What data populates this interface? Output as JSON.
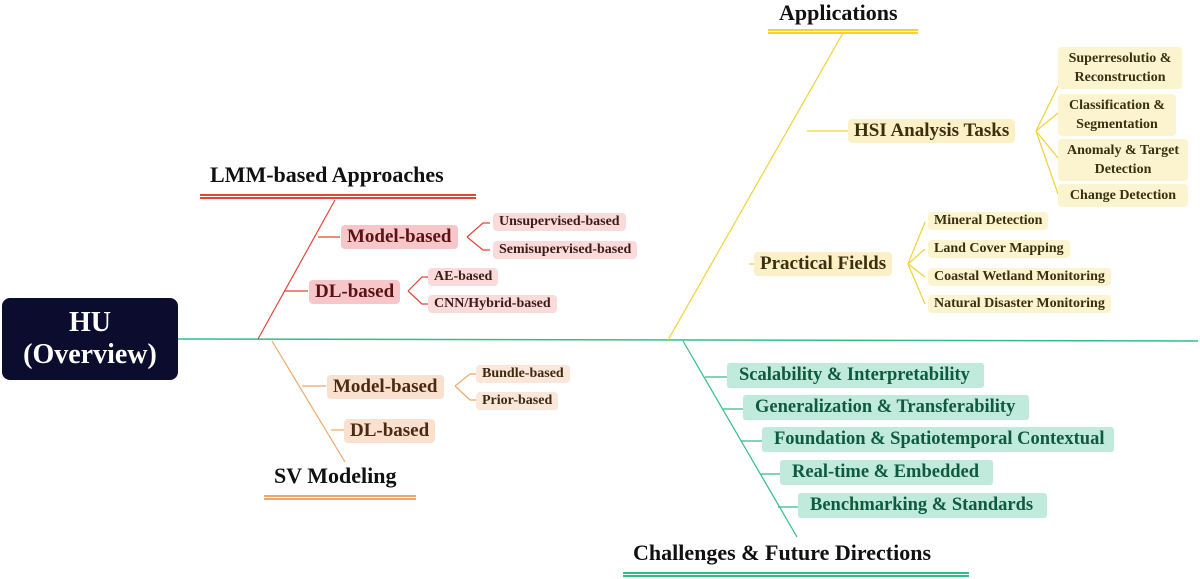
{
  "root": {
    "line1": "HU",
    "line2": "(Overview)"
  },
  "lmm": {
    "title": "LMM-based Approaches",
    "model_based": "Model-based",
    "unsupervised": "Unsupervised-based",
    "semisupervised": "Semisupervised-based",
    "dl_based": "DL-based",
    "ae": "AE-based",
    "cnn": "CNN/Hybrid-based"
  },
  "sv": {
    "title": "SV Modeling",
    "model_based": "Model-based",
    "bundle": "Bundle-based",
    "prior": "Prior-based",
    "dl_based": "DL-based"
  },
  "applications": {
    "title": "Applications",
    "hsi": "HSI Analysis Tasks",
    "hsi_items": [
      {
        "l1": "Superresolutio &",
        "l2": "Reconstruction"
      },
      {
        "l1": "Classification &",
        "l2": "Segmentation"
      },
      {
        "l1": "Anomaly & Target",
        "l2": "Detection"
      },
      {
        "l1": "Change Detection",
        "l2": ""
      }
    ],
    "practical": "Practical Fields",
    "practical_items": [
      "Mineral Detection",
      "Land Cover Mapping",
      "Coastal Wetland Monitoring",
      "Natural Disaster Monitoring"
    ]
  },
  "challenges": {
    "title": "Challenges & Future Directions",
    "items": [
      "Scalability  & Interpretability",
      "Generalization & Transferability",
      "Foundation & Spatiotemporal Contextual",
      "Real-time & Embedded",
      "Benchmarking & Standards"
    ]
  },
  "colors": {
    "root_bg": "#0c0d2e",
    "lmm": "#e2453b",
    "sv": "#f0a868",
    "applications": "#f2d235",
    "challenges": "#2fbf86",
    "axis": "#2fbf86"
  }
}
